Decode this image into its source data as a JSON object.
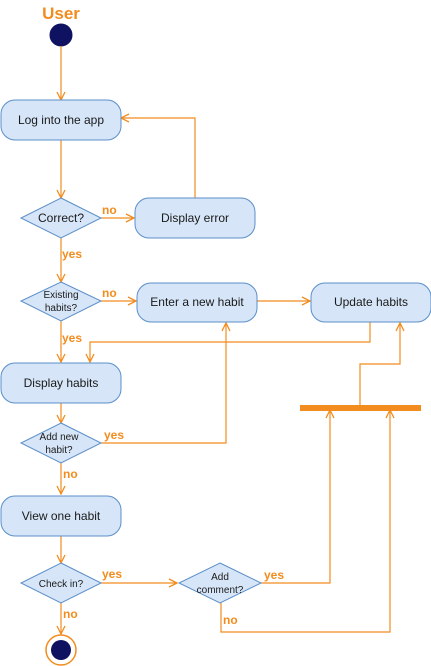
{
  "diagram": {
    "title": "User",
    "colors": {
      "accent": "#F28C1E",
      "node_fill": "#D6E6F8",
      "node_stroke": "#5B8FC9",
      "start_fill": "#0F1260"
    },
    "nodes": {
      "login": "Log into the app",
      "correct": "Correct?",
      "display_error": "Display error",
      "existing_habits_1": "Existing",
      "existing_habits_2": "habits?",
      "enter_habit": "Enter a new habit",
      "update_habits": "Update habits",
      "display_habits": "Display habits",
      "add_new_habit_1": "Add new",
      "add_new_habit_2": "habit?",
      "view_habit": "View one habit",
      "check_in": "Check in?",
      "add_comment_1": "Add",
      "add_comment_2": "comment?"
    },
    "edge_labels": {
      "correct_no": "no",
      "correct_yes": "yes",
      "existing_no": "no",
      "existing_yes": "yes",
      "add_new_yes": "yes",
      "add_new_no": "no",
      "check_in_yes": "yes",
      "check_in_no": "no",
      "add_comment_yes": "yes",
      "add_comment_no": "no"
    }
  }
}
